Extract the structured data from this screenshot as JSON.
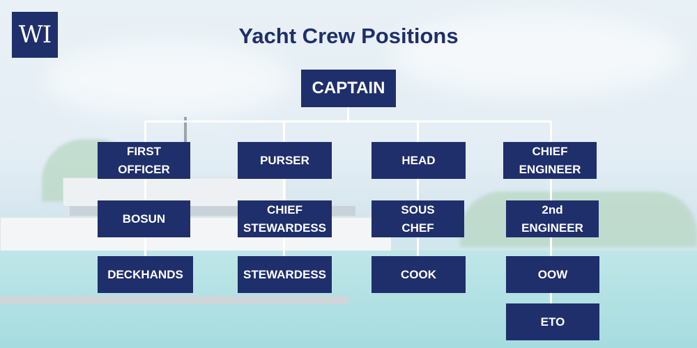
{
  "logo": {
    "text": "WI"
  },
  "title": "Yacht Crew Positions",
  "chart": {
    "root": "CAPTAIN",
    "columns": [
      {
        "nodes": [
          "FIRST\nOFFICER",
          "BOSUN",
          "DECKHANDS"
        ]
      },
      {
        "nodes": [
          "PURSER",
          "CHIEF\nSTEWARDESS",
          "STEWARDESS"
        ]
      },
      {
        "nodes": [
          "HEAD",
          "SOUS\nCHEF",
          "COOK"
        ]
      },
      {
        "nodes": [
          "CHIEF\nENGINEER",
          "2nd\nENGINEER",
          "OOW",
          "ETO"
        ]
      }
    ]
  },
  "colors": {
    "box": "#1f2f6b",
    "text": "#ffffff",
    "connector": "#ffffff",
    "title": "#1f2f6b"
  }
}
